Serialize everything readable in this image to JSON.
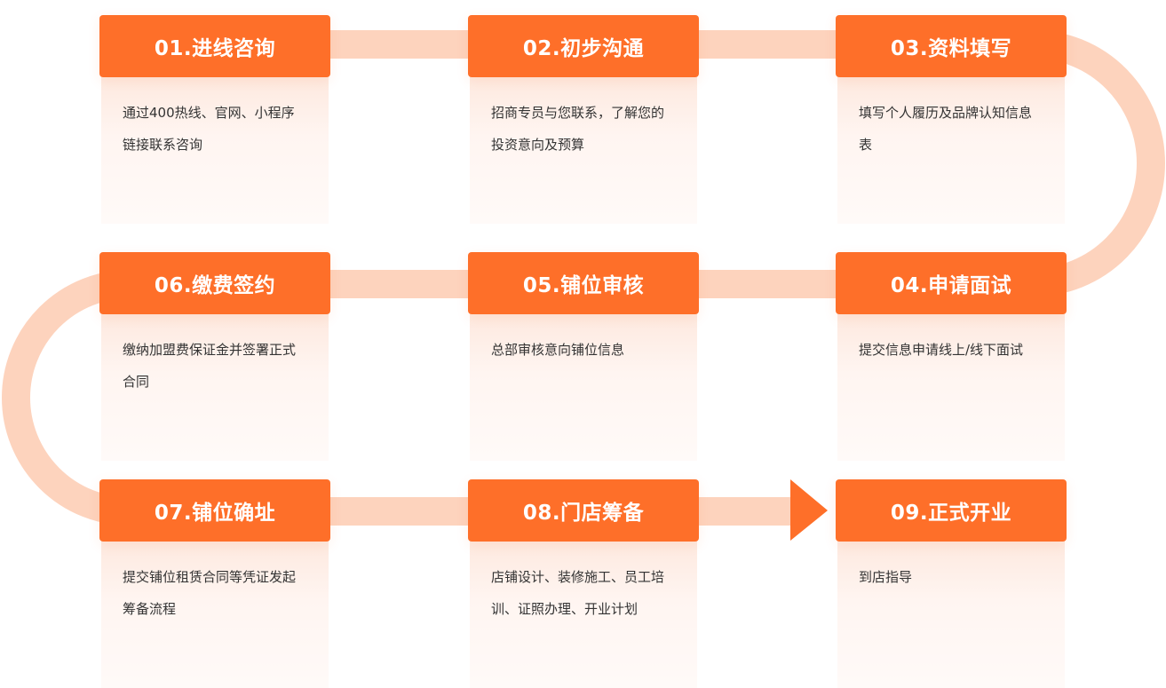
{
  "colors": {
    "accent": "#FE6F29",
    "connector": "#FDD3BD",
    "body_text": "#333333",
    "header_text": "#FFFFFF"
  },
  "steps": [
    {
      "title": "01.进线咨询",
      "description": "通过400热线、官网、小程序链接联系咨询"
    },
    {
      "title": "02.初步沟通",
      "description": "招商专员与您联系，了解您的投资意向及预算"
    },
    {
      "title": "03.资料填写",
      "description": "填写个人履历及品牌认知信息表"
    },
    {
      "title": "04.申请面试",
      "description": "提交信息申请线上/线下面试"
    },
    {
      "title": "05.铺位审核",
      "description": "总部审核意向铺位信息"
    },
    {
      "title": "06.缴费签约",
      "description": "缴纳加盟费保证金并签署正式合同"
    },
    {
      "title": "07.铺位确址",
      "description": "提交铺位租赁合同等凭证发起筹备流程"
    },
    {
      "title": "08.门店筹备",
      "description": "店铺设计、装修施工、员工培训、证照办理、开业计划"
    },
    {
      "title": "09.正式开业",
      "description": "到店指导"
    }
  ],
  "icons": {
    "final_arrow": "arrow-right-icon"
  }
}
